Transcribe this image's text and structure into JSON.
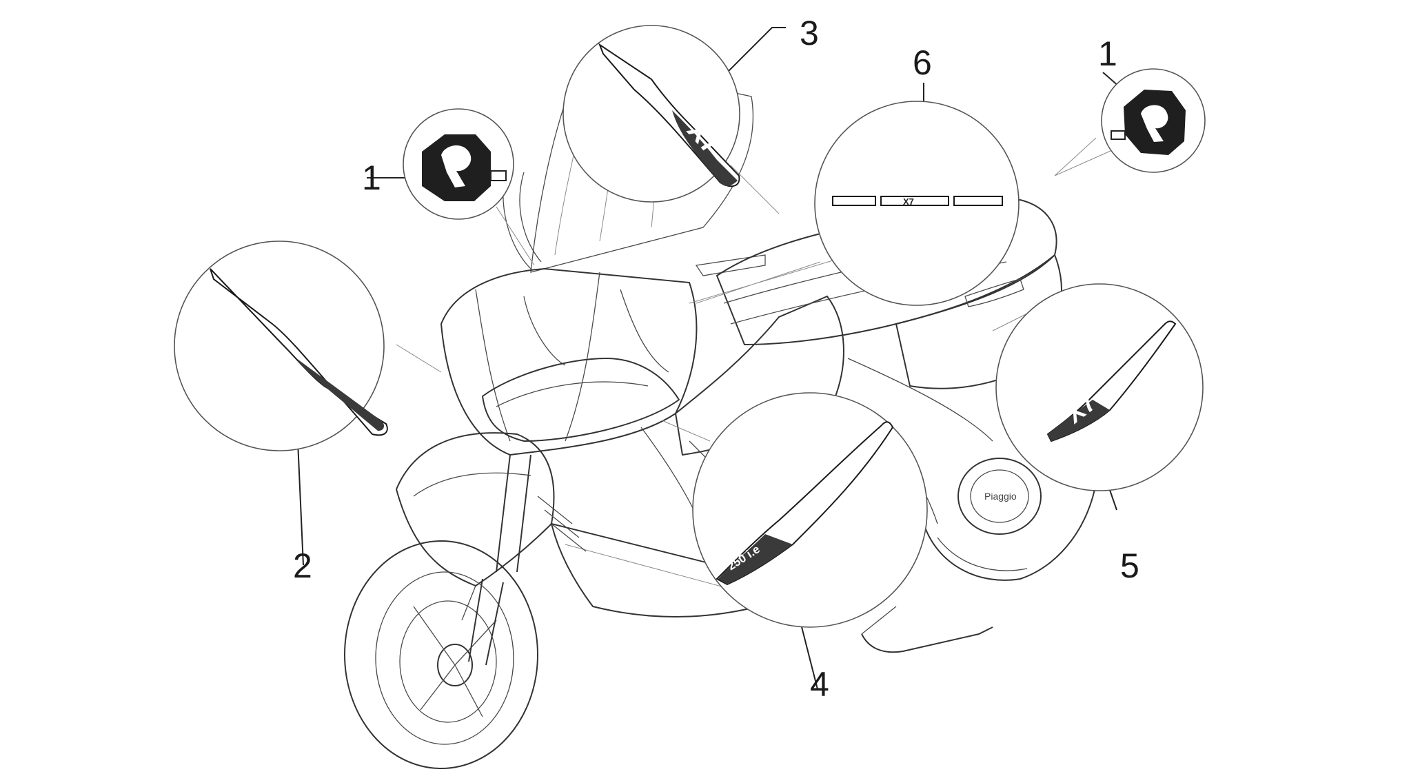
{
  "diagram": {
    "callouts": [
      {
        "id": "callout-1-left",
        "number": "1"
      },
      {
        "id": "callout-1-right",
        "number": "1"
      },
      {
        "id": "callout-2",
        "number": "2"
      },
      {
        "id": "callout-3",
        "number": "3"
      },
      {
        "id": "callout-4",
        "number": "4"
      },
      {
        "id": "callout-5",
        "number": "5"
      },
      {
        "id": "callout-6",
        "number": "6"
      }
    ],
    "decal_texts": {
      "model_badge": "X7",
      "engine_badge": "250 i.e",
      "crankcase_brand": "Piaggio"
    },
    "colors": {
      "line": "#4a4a4a",
      "decal": "#1a1a1a",
      "background": "#ffffff"
    }
  }
}
